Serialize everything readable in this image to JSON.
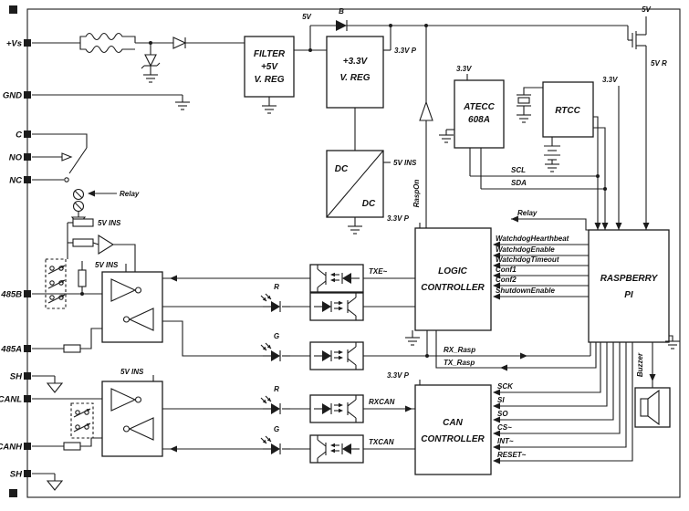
{
  "terminals": {
    "vs": "+Vs",
    "gnd": "GND",
    "c": "C",
    "no": "NO",
    "nc": "NC",
    "b485": "485B",
    "a485": "485A",
    "sh485": "SH",
    "canl": "CANL",
    "canh": "CANH",
    "shcan": "SH"
  },
  "blocks": {
    "filter": {
      "l1": "FILTER",
      "l2": "+5V",
      "l3": "V. REG"
    },
    "reg33": {
      "l1": "+3.3V",
      "l2": "V. REG"
    },
    "dcdc": {
      "l1": "DC",
      "l2": "DC"
    },
    "atecc": {
      "l1": "ATECC",
      "l2": "608A"
    },
    "rtcc": {
      "l1": "RTCC"
    },
    "logic": {
      "l1": "LOGIC",
      "l2": "CONTROLLER"
    },
    "canctrl": {
      "l1": "CAN",
      "l2": "CONTROLLER"
    },
    "rpi": {
      "l1": "RASPBERRY",
      "l2": "PI"
    }
  },
  "power": {
    "v5": "5V",
    "b": "B",
    "v33p": "3.3V P",
    "v33": "3.3V",
    "v5r": "5V R",
    "v5ins": "5V INS"
  },
  "signals": {
    "raspon": "RaspOn",
    "scl": "SCL",
    "sda": "SDA",
    "relay": "Relay",
    "wdh": "WatchdogHearthbeat",
    "wde": "WatchdogEnable",
    "wdt": "WatchdogTimeout",
    "conf1": "Conf1",
    "conf2": "Conf2",
    "shen": "ShutdownEnable",
    "rx": "RX_Rasp",
    "tx": "TX_Rasp",
    "txe": "TXE~",
    "rxcan": "RXCAN",
    "txcan": "TXCAN",
    "sck": "SCK",
    "si": "SI",
    "so": "SO",
    "cs": "CS~",
    "int": "INT~",
    "reset": "RESET~",
    "buzzer": "Buzzer",
    "ledr": "R",
    "ledg": "G"
  },
  "colors": {
    "line": "#1c1c1c",
    "background": "#ffffff"
  }
}
